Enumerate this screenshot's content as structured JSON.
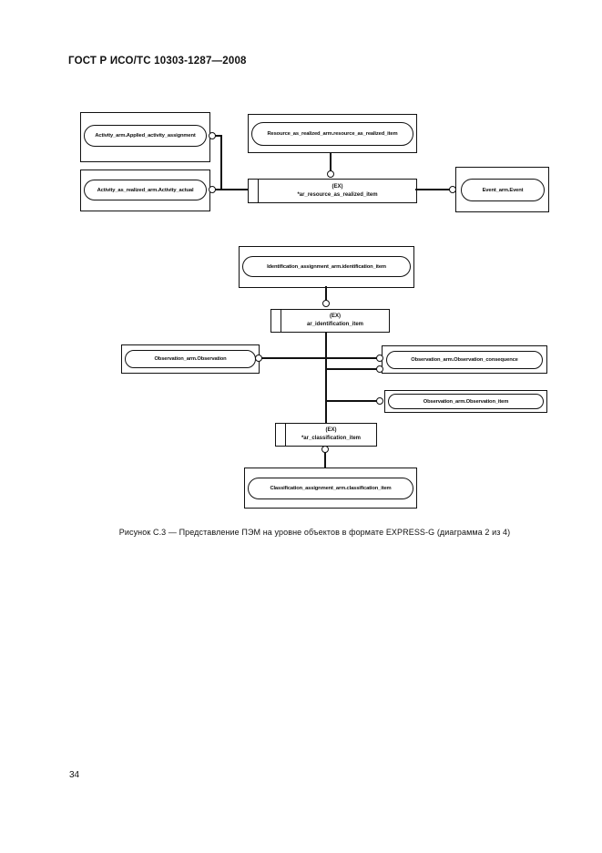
{
  "document": {
    "header": "ГОСТ Р ИСО/ТС 10303-1287—2008",
    "caption": "Рисунок С.3 — Представление ПЭМ на уровне объектов в формате EXPRESS-G (диаграмма 2 из 4)",
    "page_number": "34"
  },
  "diagram": {
    "notation": "EXPRESS-G",
    "entity_refs": {
      "applied_activity_assignment": "Activity_arm.Applied_activity_assignment",
      "activity_actual": "Activity_as_realized_arm.Activity_actual",
      "resource_as_realized_item": "Resource_as_realized_arm.resource_as_realized_item",
      "event": "Event_arm.Event",
      "identification_item": "Identification_assignment_arm.identification_item",
      "observation": "Observation_arm.Observation",
      "observation_consequence": "Observation_arm.Observation_consequence",
      "observation_item": "Observation_arm.Observation_item",
      "classification_item": "Classification_assignment_arm.classification_item"
    },
    "select_extensions": {
      "resource": {
        "tag": "(EX)",
        "name": "*ar_resource_as_realized_item"
      },
      "identification": {
        "tag": "(EX)",
        "name": "ar_identification_item"
      },
      "classification": {
        "tag": "(EX)",
        "name": "*ar_classification_item"
      }
    }
  }
}
